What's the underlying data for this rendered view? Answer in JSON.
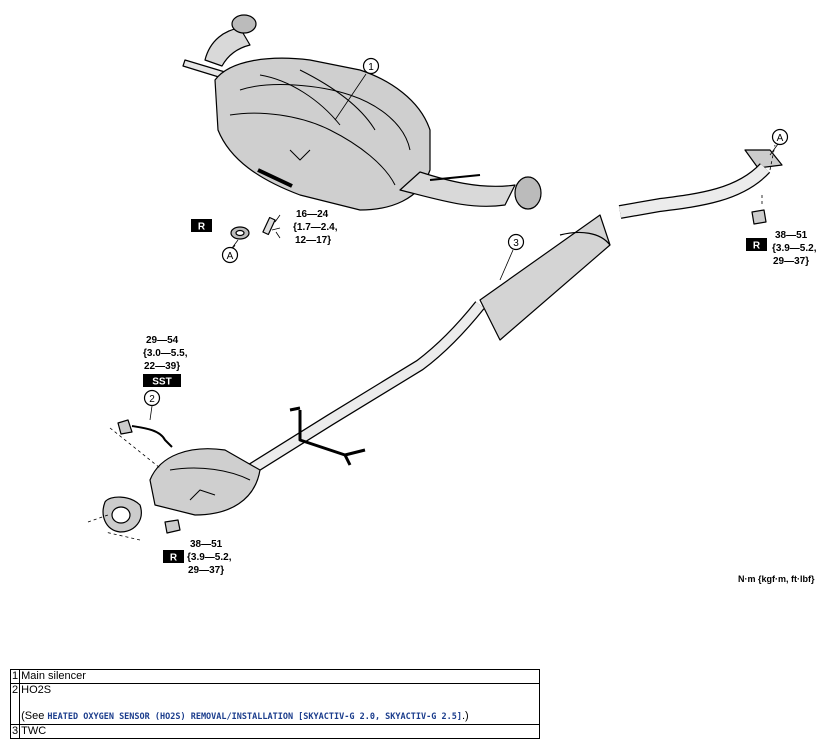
{
  "callouts": {
    "c1": "1",
    "c2": "2",
    "c3": "3",
    "a_top": "A",
    "a_bottom": "A"
  },
  "badges": {
    "r1": "R",
    "r2": "R",
    "r3": "R",
    "sst": "SST"
  },
  "torques": {
    "silencer_bolt": [
      "16—24",
      "{1.7—2.4,",
      "12—17}"
    ],
    "front_nut": [
      "38—51",
      "{3.9—5.2,",
      "29—37}"
    ],
    "ho2s": [
      "29—54",
      "{3.0—5.5,",
      "22—39}"
    ],
    "rear_nut": [
      "38—51",
      "{3.9—5.2,",
      "29—37}"
    ]
  },
  "units": "N·m {kgf·m, ft·lbf}",
  "legend": [
    {
      "num": "1",
      "text": "Main silencer"
    },
    {
      "num": "2",
      "text": "HO2S",
      "note_prefix": "(See ",
      "link": "HEATED OXYGEN SENSOR (HO2S) REMOVAL/INSTALLATION [SKYACTIV-G 2.0, SKYACTIV-G 2.5]",
      "note_suffix": ".)"
    },
    {
      "num": "3",
      "text": "TWC"
    }
  ]
}
